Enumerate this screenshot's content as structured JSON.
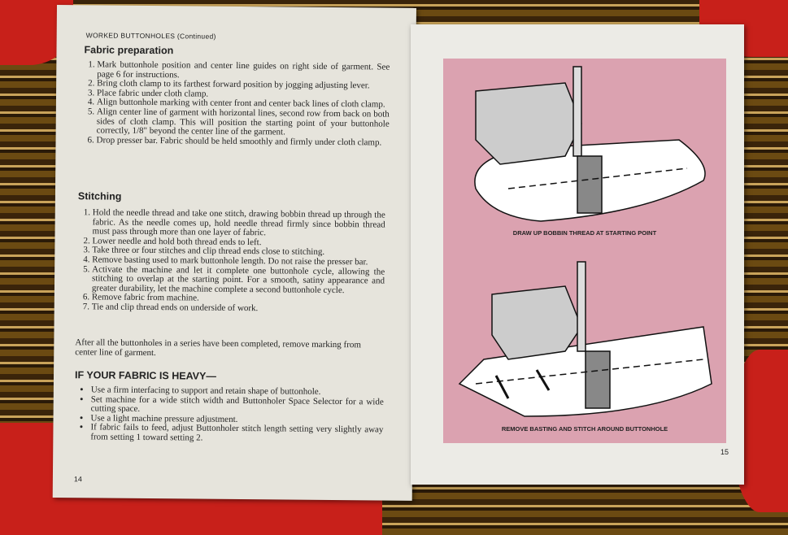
{
  "left_page": {
    "running_head": "WORKED BUTTONHOLES (Continued)",
    "fabric_prep": {
      "heading": "Fabric preparation",
      "items": [
        "Mark buttonhole position and center line guides on right side of garment. See page 6 for instructions.",
        "Bring cloth clamp to its farthest forward position by jogging adjusting lever.",
        "Place fabric under cloth clamp.",
        "Align buttonhole marking with center front and center back lines of cloth clamp.",
        "Align center line of garment with horizontal lines, second row from back on both sides of cloth clamp. This will position the starting point of your buttonhole correctly, 1/8\" beyond the center line of the garment.",
        "Drop presser bar. Fabric should be held smoothly and firmly under cloth clamp."
      ]
    },
    "stitching": {
      "heading": "Stitching",
      "items": [
        "Hold the needle thread and take one stitch, drawing bobbin thread up through the fabric. As the needle comes up, hold needle thread firmly since bobbin thread must pass through more than one layer of fabric.",
        "Lower needle and hold both thread ends to left.",
        "Take three or four stitches and clip thread ends close to stitching.",
        "Remove basting used to mark buttonhole length. Do not raise the presser bar.",
        "Activate the machine and let it complete one buttonhole cycle, allowing the stitching to overlap at the starting point. For a smooth, satiny appearance and greater durability, let the machine complete a second buttonhole cycle.",
        "Remove fabric from machine.",
        "Tie and clip thread ends on underside of work."
      ],
      "after": "After all the buttonholes in a series have been completed, remove marking from center line of garment."
    },
    "heavy": {
      "heading": "IF YOUR FABRIC IS HEAVY—",
      "items": [
        "Use a firm interfacing to support and retain shape of buttonhole.",
        "Set machine for a wide stitch width and Buttonholer Space Selector for a wide cutting space.",
        "Use a light machine pressure adjustment.",
        "If fabric fails to feed, adjust Buttonholer stitch length setting very slightly away from setting 1 toward setting 2."
      ]
    },
    "page_number": "14"
  },
  "right_page": {
    "caption_top": "DRAW UP BOBBIN THREAD AT STARTING POINT",
    "caption_bottom": "REMOVE BASTING AND STITCH AROUND BUTTONHOLE",
    "page_number": "15",
    "panel_color": "#dba2b0"
  }
}
